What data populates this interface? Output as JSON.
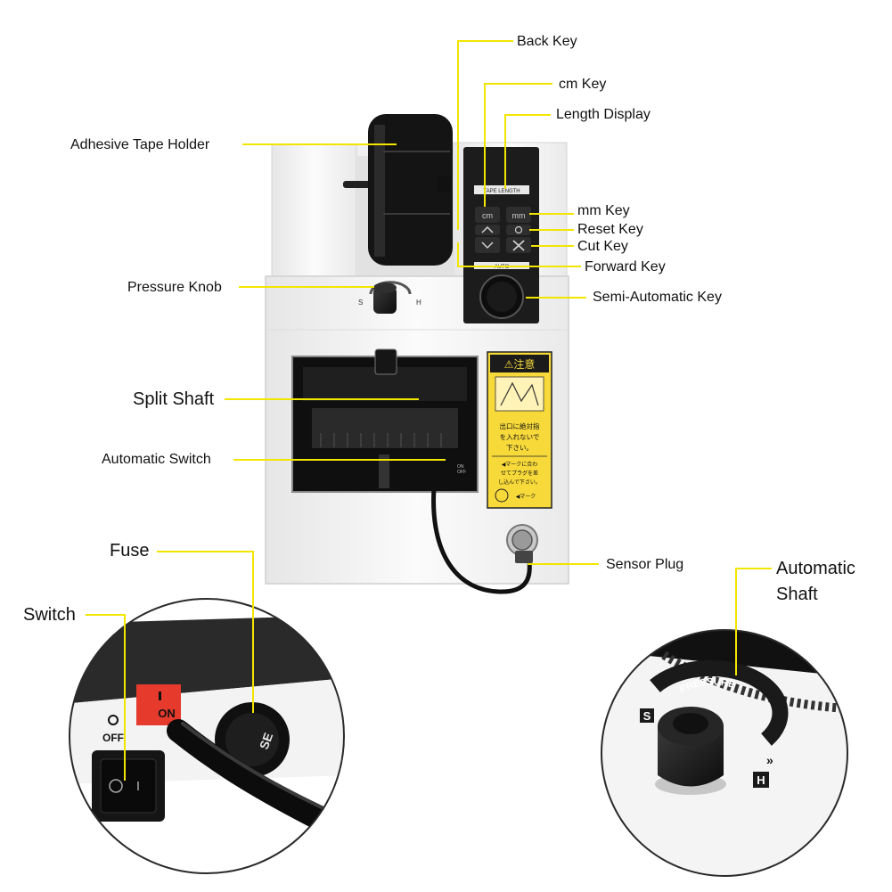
{
  "labels": {
    "back_key": "Back Key",
    "cm_key": "cm Key",
    "length_display": "Length Display",
    "adhesive_tape_holder": "Adhesive Tape Holder",
    "mm_key": "mm Key",
    "reset_key": "Reset Key",
    "cut_key": "Cut Key",
    "forward_key": "Forward Key",
    "pressure_knob": "Pressure Knob",
    "semi_automatic_key": "Semi-Automatic Key",
    "split_shaft": "Split Shaft",
    "automatic_switch": "Automatic Switch",
    "sensor_plug": "Sensor Plug",
    "fuse": "Fuse",
    "automatic_shaft_line1": "Automatic",
    "automatic_shaft_line2": "Shaft",
    "switch": "Switch"
  },
  "device_text": {
    "panel_header": "TAPE LENGTH",
    "key_cm": "cm",
    "key_mm": "mm",
    "auto": "AUTO",
    "knob_s": "S",
    "knob_h": "H",
    "caution_title": "⚠注意",
    "caution_body": [
      "出口に絶対指",
      "を入れないで",
      "下さい。"
    ],
    "caution_sub": [
      "◀マークに合わ",
      "せてプラグを差",
      "し込んで下さい。"
    ],
    "caution_mark": "◀マーク",
    "on_off": [
      "ON",
      "OFF"
    ],
    "switch_on": "ON",
    "switch_off": "OFF",
    "fuse_text": "SE",
    "pressure_text": "PRESSURE",
    "zoom_s": "S",
    "zoom_h": "H"
  },
  "colors": {
    "callout_line": "#f2e600",
    "device_body": "#f4f4f4",
    "panel": "#1c1c1c",
    "caution_label": "#f7d93a",
    "switch_red": "#e53a2c"
  }
}
